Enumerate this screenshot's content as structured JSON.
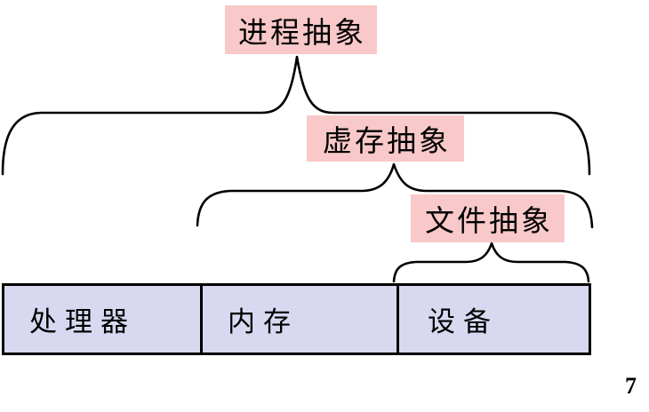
{
  "page": {
    "number": "7"
  },
  "colors": {
    "label_bg": "#f9c8c8",
    "hardware_bg": "#d8d8f0",
    "line": "#000000",
    "text": "#000000"
  },
  "abstractions": [
    {
      "id": "process",
      "label": "进程抽象",
      "spans": [
        "处理器",
        "内存",
        "设备"
      ]
    },
    {
      "id": "virtual-memory",
      "label": "虚存抽象",
      "spans": [
        "内存",
        "设备"
      ]
    },
    {
      "id": "file",
      "label": "文件抽象",
      "spans": [
        "设备"
      ]
    }
  ],
  "hardware": {
    "cells": [
      {
        "id": "processor",
        "label": "处理器"
      },
      {
        "id": "memory",
        "label": "内存"
      },
      {
        "id": "device",
        "label": "设备"
      }
    ]
  }
}
